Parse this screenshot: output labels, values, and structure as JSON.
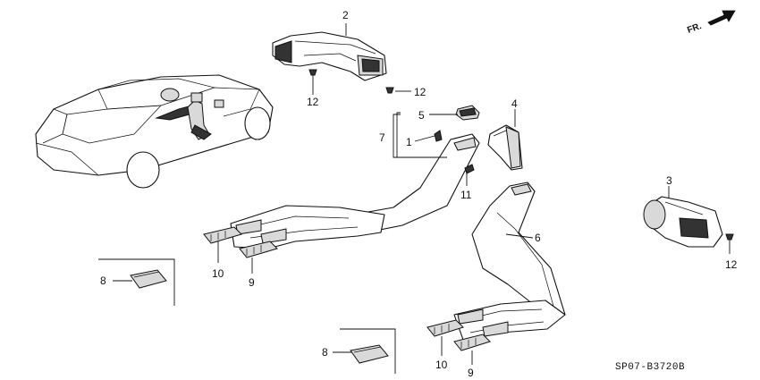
{
  "direction": {
    "label": "FR."
  },
  "diagram_code": "SP07-B3720B",
  "callouts": {
    "c2": "2",
    "c12a": "12",
    "c12b": "12",
    "c12c": "12",
    "c5": "5",
    "c4": "4",
    "c7": "7",
    "c1": "1",
    "c11": "11",
    "c3": "3",
    "c6": "6",
    "c8a": "8",
    "c10a": "10",
    "c9a": "9",
    "c8b": "8",
    "c10b": "10",
    "c9b": "9"
  },
  "icons": {
    "direction_arrow": "arrow-right-icon"
  }
}
